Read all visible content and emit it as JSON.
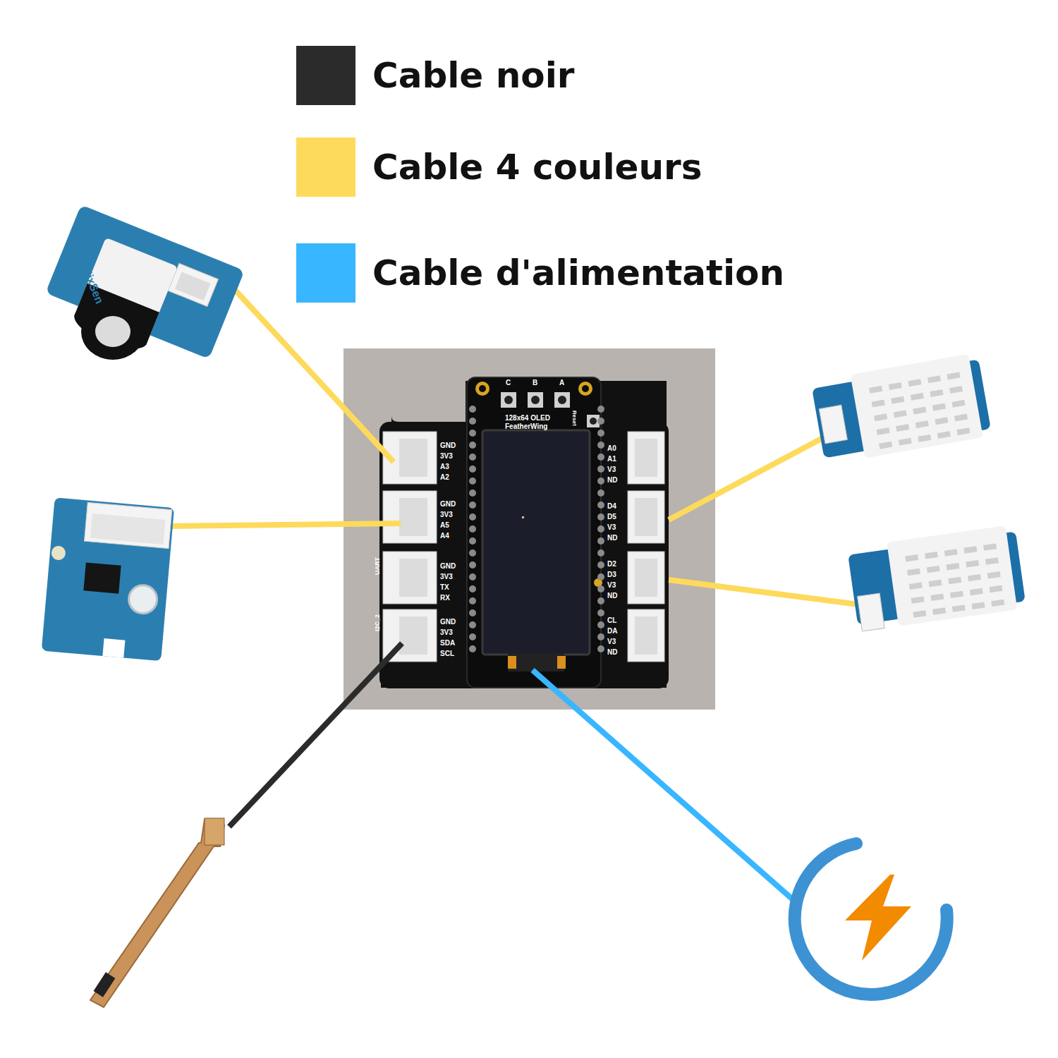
{
  "diagram": {
    "labels": [
      "GND",
      "3V3",
      "A3",
      "A2",
      "GND",
      "3V3",
      "A5",
      "A4",
      "GND",
      "3V3",
      "TX",
      "RX",
      "GND",
      "3V3",
      "SDA",
      "SCL",
      "A0",
      "A1",
      "V3",
      "ND",
      "D4",
      "D5",
      "V3",
      "ND",
      "D2",
      "D3",
      "V3",
      "ND",
      "CL",
      "DA",
      "V3",
      "ND",
      "C",
      "B",
      "A",
      "Reset",
      "128x64 OLED",
      "FeatherWing",
      "UART",
      "I2C_2",
      "MixSen"
    ],
    "legend": [
      {
        "text": "Cable noir",
        "color": "#2b2b2b"
      },
      {
        "text": "Cable 4 couleurs",
        "color": "#fdda5c"
      },
      {
        "text": "Cable d'alimentation",
        "color": "#38b6ff"
      }
    ]
  }
}
